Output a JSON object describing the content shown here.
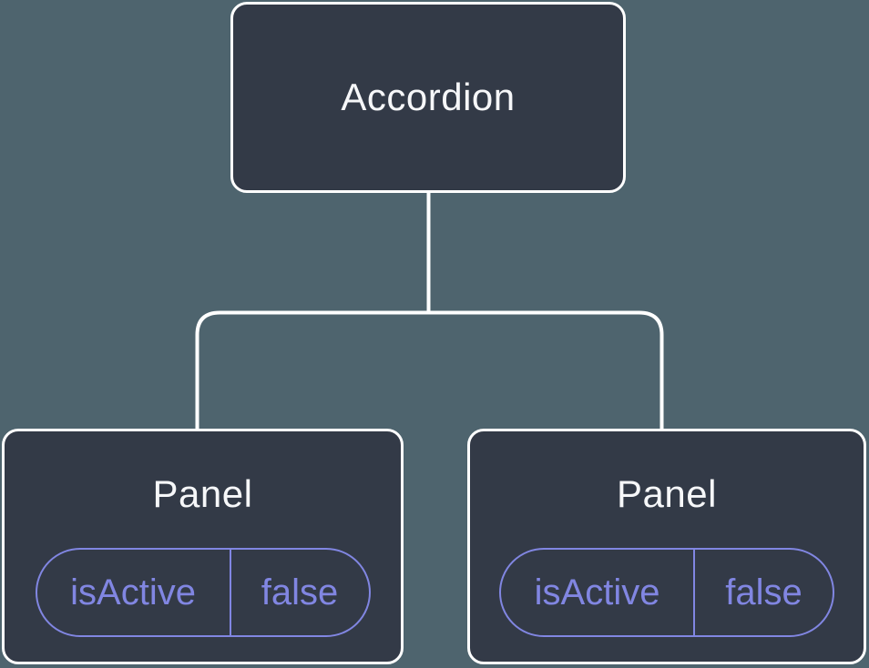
{
  "colors": {
    "background": "#4E646E",
    "node-fill": "#333A47",
    "node-border": "#FFFFFF",
    "connector": "#FFFFFF",
    "label-text": "#F6F7F9",
    "state-accent": "#8186E2"
  },
  "tree": {
    "root": {
      "label": "Accordion"
    },
    "children": [
      {
        "label": "Panel",
        "state_name": "isActive",
        "state_value": "false"
      },
      {
        "label": "Panel",
        "state_name": "isActive",
        "state_value": "false"
      }
    ]
  }
}
